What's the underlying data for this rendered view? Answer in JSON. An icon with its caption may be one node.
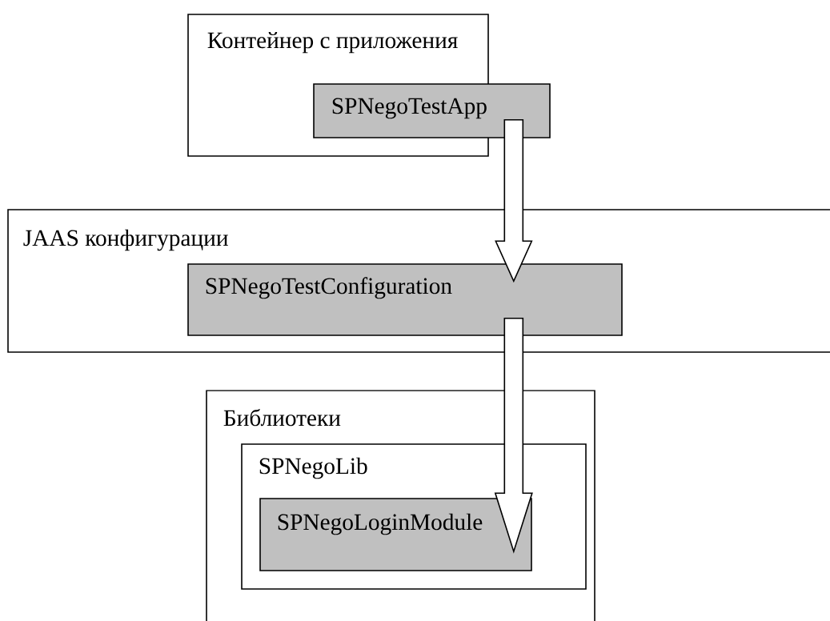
{
  "diagram": {
    "nodes": [
      {
        "text": [
          "Контейнер с приложения"
        ]
      },
      {
        "text": [
          "SPNegoTestApp"
        ]
      },
      {
        "text": [
          "JAAS конфигурации"
        ]
      },
      {
        "text": [
          "SPNegoTestConfiguration"
        ],
        "in": 2
      },
      {
        "text": [
          "Библиотеки"
        ]
      },
      {
        "text": [
          "SPNegoLib"
        ],
        "in": 4
      },
      {
        "text": [
          "SPNegoLoginModule"
        ],
        "in": 5
      }
    ],
    "edges": [
      {
        "from": 1,
        "to": 3,
        "arrow": "to"
      },
      {
        "from": 3,
        "to": 6,
        "arrow": "to"
      }
    ]
  }
}
